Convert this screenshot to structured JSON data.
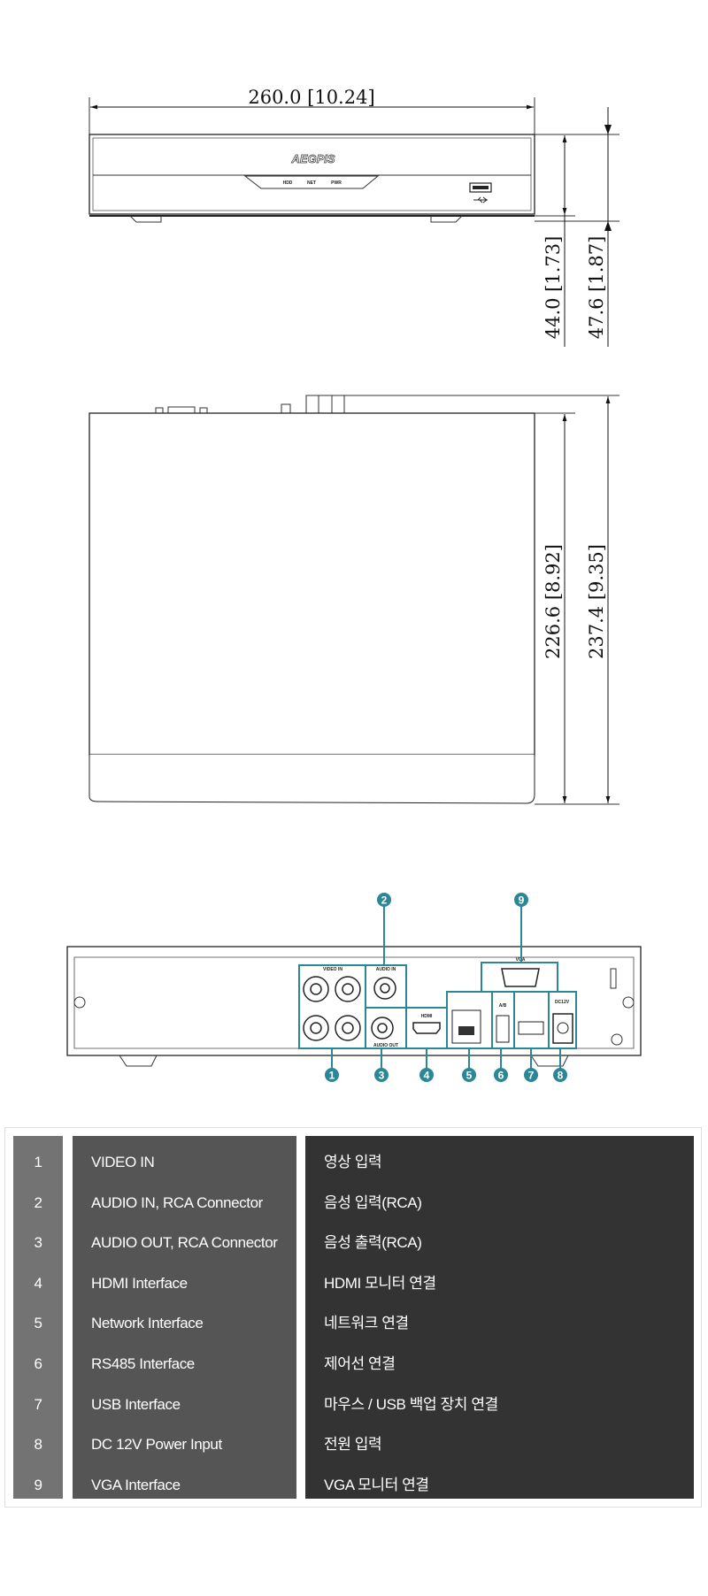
{
  "front_view": {
    "width_dim": "260.0 [10.24]",
    "height_dim_inner": "44.0 [1.73]",
    "height_dim_outer": "47.6 [1.87]",
    "logo": "AEGPIS",
    "led_labels": [
      "HDD",
      "NET",
      "PWR"
    ]
  },
  "top_view": {
    "depth_dim_inner": "226.6 [8.92]",
    "depth_dim_outer": "237.4 [9.35]"
  },
  "rear_view": {
    "labels": {
      "video_in": "VIDEO IN",
      "audio_in": "AUDIO IN",
      "audio_out": "AUDIO OUT",
      "hdmi": "HDMI",
      "vga": "VGA",
      "ab": "A/B",
      "dc": "DC12V"
    },
    "callouts": [
      "1",
      "2",
      "3",
      "4",
      "5",
      "6",
      "7",
      "8",
      "9"
    ],
    "accent_color": "#2b8796"
  },
  "table": {
    "rows": [
      {
        "num": "1",
        "en": "VIDEO IN",
        "ko": "영상 입력"
      },
      {
        "num": "2",
        "en": "AUDIO IN, RCA Connector",
        "ko": "음성 입력(RCA)"
      },
      {
        "num": "3",
        "en": "AUDIO OUT, RCA Connector",
        "ko": "음성 출력(RCA)"
      },
      {
        "num": "4",
        "en": "HDMI Interface",
        "ko": "HDMI 모니터 연결"
      },
      {
        "num": "5",
        "en": "Network Interface",
        "ko": "네트워크 연결"
      },
      {
        "num": "6",
        "en": "RS485 Interface",
        "ko": "제어선 연결"
      },
      {
        "num": "7",
        "en": "USB Interface",
        "ko": "마우스 / USB 백업 장치 연결"
      },
      {
        "num": "8",
        "en": "DC 12V Power Input",
        "ko": "전원 입력"
      },
      {
        "num": "9",
        "en": "VGA Interface",
        "ko": "VGA 모니터 연결"
      }
    ]
  }
}
